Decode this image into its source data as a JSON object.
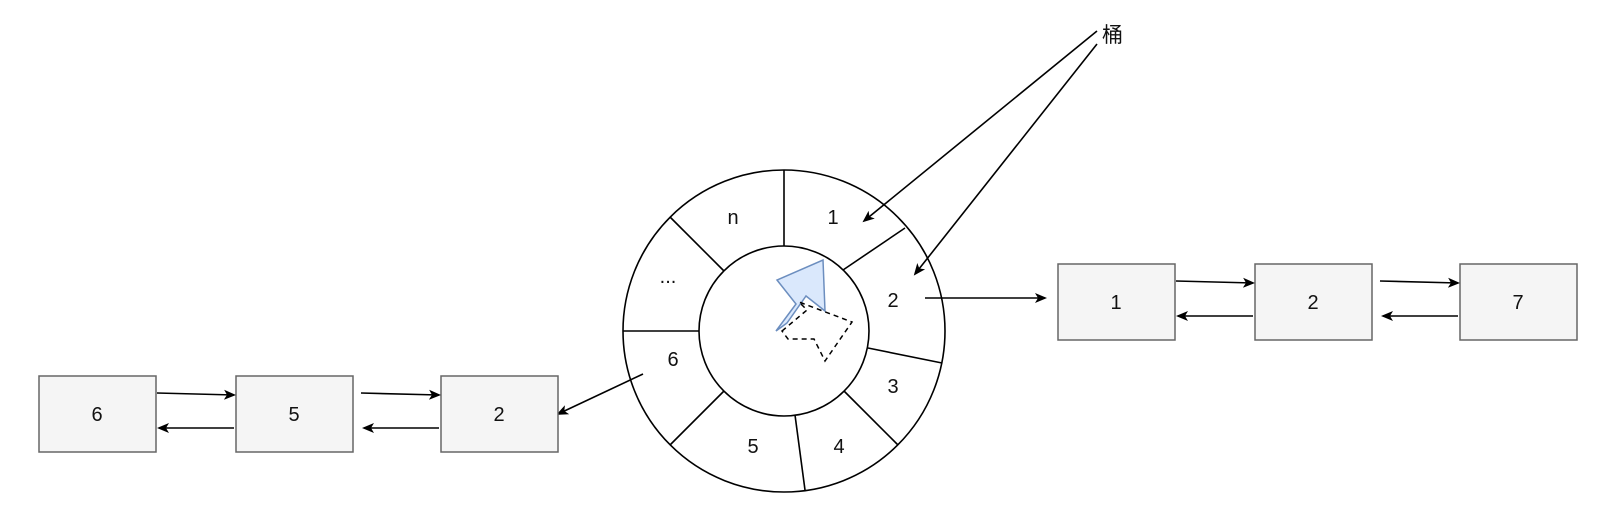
{
  "ring": {
    "slots": {
      "n": "n",
      "s1": "1",
      "s2": "2",
      "s3": "3",
      "s4": "4",
      "s5": "5",
      "s6": "6",
      "ellipsis": "..."
    }
  },
  "annotation": {
    "label": "桶"
  },
  "right_list": {
    "nodes": [
      "1",
      "2",
      "7"
    ]
  },
  "left_list": {
    "nodes": [
      "6",
      "5",
      "2"
    ]
  },
  "colors": {
    "pointer_fill": "#dae8fc",
    "pointer_stroke": "#6c8ebf",
    "node_fill": "#f5f5f5",
    "node_stroke": "#666666"
  }
}
